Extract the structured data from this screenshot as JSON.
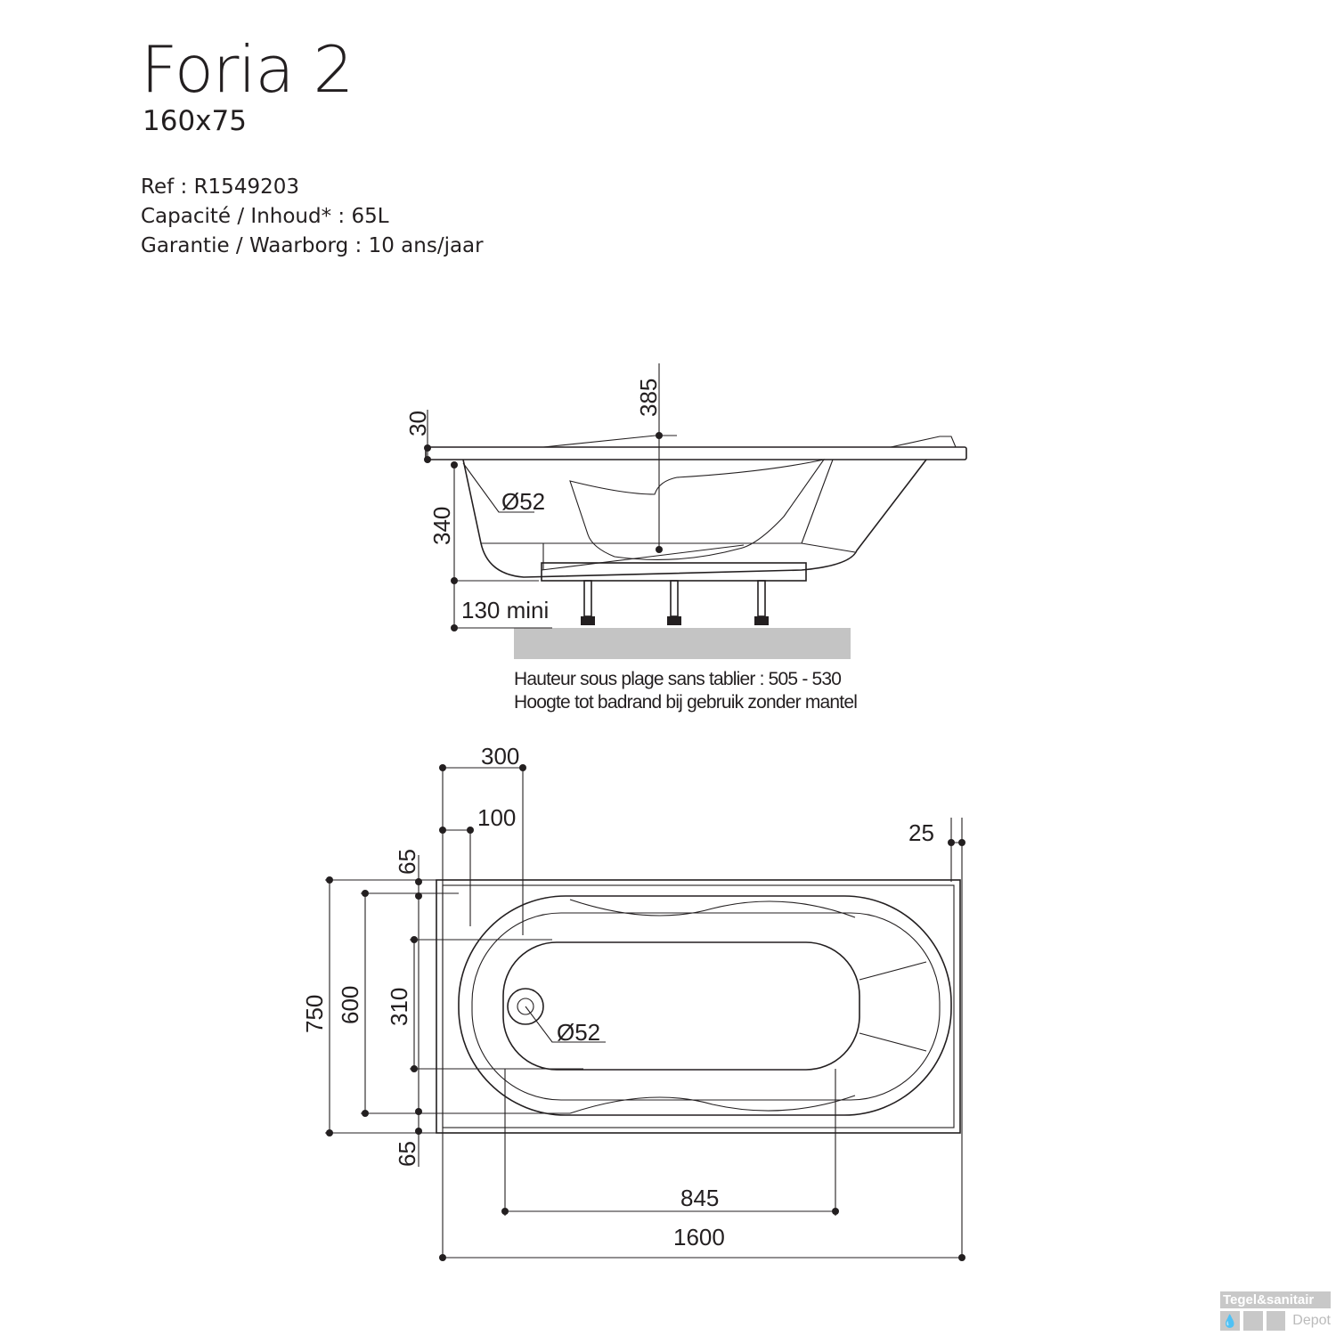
{
  "header": {
    "title": "Foria 2",
    "subtitle": "160x75",
    "specs": [
      "Ref : R1549203",
      "Capacité / Inhoud* : 65L",
      "Garantie / Waarborg : 10 ans/jaar"
    ]
  },
  "side_view": {
    "dims": {
      "rim": "30",
      "depth_center": "385",
      "depth": "340",
      "leg_min": "130 mini",
      "drain": "Ø52"
    },
    "note_fr": "Hauteur sous plage sans tablier : 505 - 530",
    "note_nl": "Hoogte tot badrand bij gebruik zonder mantel"
  },
  "top_view": {
    "dims": {
      "offset_300": "300",
      "offset_100": "100",
      "rim_25": "25",
      "rim_65_top": "65",
      "rim_65_bottom": "65",
      "width_750": "750",
      "inner_600": "600",
      "bottom_310": "310",
      "drain": "Ø52",
      "bottom_845": "845",
      "length_1600": "1600"
    }
  },
  "logo": {
    "line1": "Tegel&sanitair",
    "line2": "Depot"
  }
}
